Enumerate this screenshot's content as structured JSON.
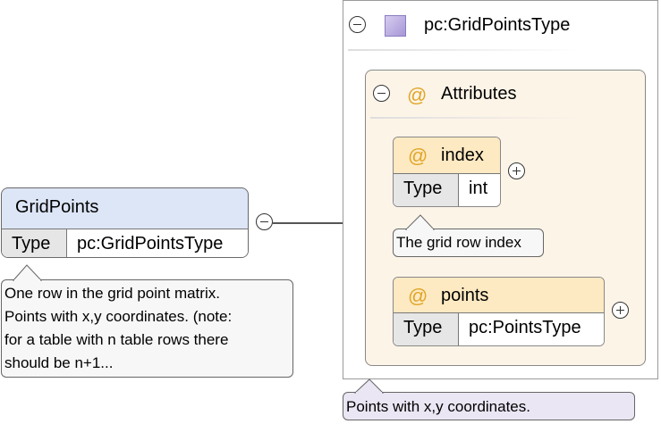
{
  "element": {
    "name": "GridPoints",
    "type_key": "Type",
    "type_value": "pc:GridPointsType",
    "doc": [
      "One row in the grid point matrix.",
      "Points with x,y coordinates. (note:",
      "for a table with n table rows there",
      "should be n+1..."
    ]
  },
  "complex_type": {
    "name": "pc:GridPointsType",
    "doc": "Points with x,y coordinates.",
    "attributes_label": "Attributes",
    "attributes": [
      {
        "at": "@",
        "name": "index",
        "type_key": "Type",
        "type_value": "int",
        "doc": "The grid row index"
      },
      {
        "at": "@",
        "name": "points",
        "type_key": "Type",
        "type_value": "pc:PointsType"
      }
    ]
  },
  "colors": {
    "element_header": "#dde6f6",
    "attributes_bg": "#fdf4e8",
    "attribute_header": "#fde9c2",
    "at_sign": "#e0a526",
    "complex_type_doc_bg": "#ebe6f4"
  },
  "icons": {
    "collapse": "circle-minus-icon",
    "expand": "circle-plus-icon",
    "complex_type": "complex-type-icon",
    "attribute": "at-sign-icon"
  }
}
